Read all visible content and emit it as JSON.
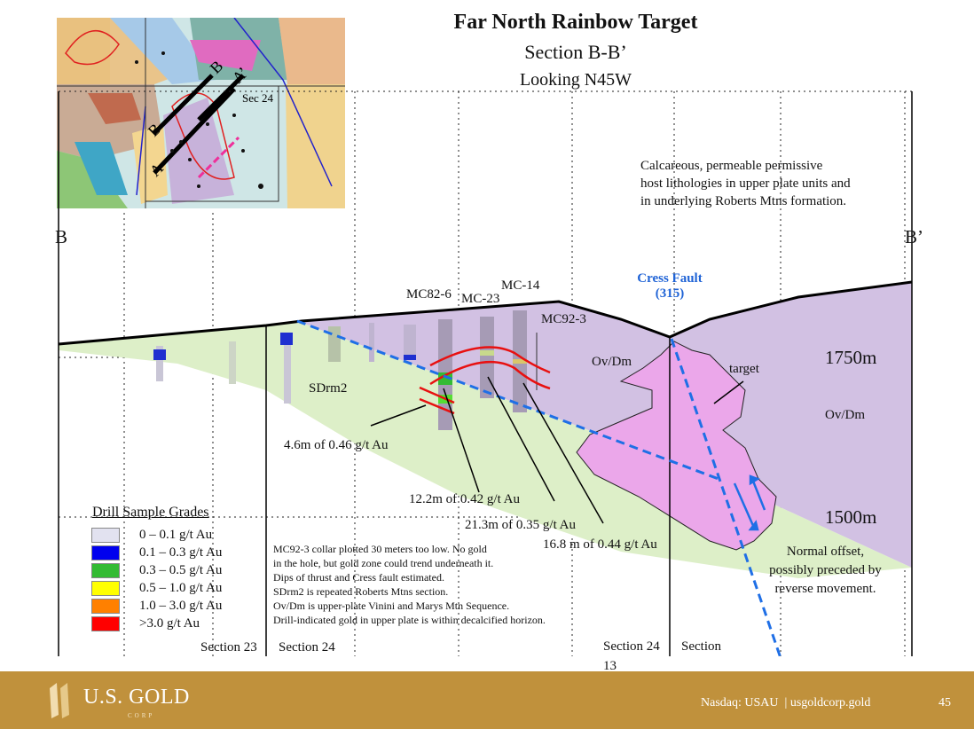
{
  "title": "Far North Rainbow Target",
  "subtitle": "Section B-B’",
  "orientation": "Looking N45W",
  "map_inset": {
    "section_label": "Sec 24",
    "line_labels": [
      "B",
      "B’",
      "A",
      "A’"
    ]
  },
  "section_ends": {
    "left": "B",
    "right": "B’"
  },
  "description": [
    "Calcareous, permeable permissive",
    "host lithologies in upper plate units and",
    "in underlying Roberts Mtns formation."
  ],
  "drill_holes": [
    "MC82-6",
    "MC-23",
    "MC-14",
    "MC92-3"
  ],
  "fault": {
    "name": "Cress  Fault",
    "azimuth": "(315)"
  },
  "units": {
    "upper_left": "Ov/Dm",
    "upper_right": "Ov/Dm",
    "lower": "SDrm2",
    "target": "target"
  },
  "elevations": [
    "1750m",
    "1500m"
  ],
  "intercepts": [
    "4.6m of 0.46 g/t Au",
    "12.2m of 0.42 g/t Au",
    "21.3m of 0.35 g/t Au",
    "16.8 m of 0.44 g/t Au"
  ],
  "offset_note": [
    "Normal offset,",
    "possibly preceded by",
    "reverse movement."
  ],
  "legend": {
    "title": "Drill Sample Grades",
    "items": [
      {
        "label": "0    – 0.1 g/t Au",
        "color": "#e2e2f0"
      },
      {
        "label": "0.1 – 0.3 g/t Au",
        "color": "#0000ee"
      },
      {
        "label": "0.3 – 0.5 g/t Au",
        "color": "#33bb33"
      },
      {
        "label": "0.5 – 1.0 g/t Au",
        "color": "#ffff00"
      },
      {
        "label": "1.0 – 3.0 g/t Au",
        "color": "#ff8000"
      },
      {
        "label": ">3.0 g/t Au",
        "color": "#ff0000"
      }
    ]
  },
  "notes": [
    "MC92-3 collar plotted  30 meters too low. No gold",
    "in the hole, but gold zone could trend underneath it.",
    "Dips of thrust and Cress fault estimated.",
    "SDrm2 is repeated Roberts Mtns section.",
    "Ov/Dm is upper-plate Vinini and Marys Mtn Sequence.",
    "Drill-indicated gold in upper plate is within decalcified horizon."
  ],
  "sections": [
    "Section 23",
    "Section 24",
    "Section 24",
    "Section",
    "13"
  ],
  "footer": {
    "logo": "U.S. GOLD",
    "logo_sub": "CORP",
    "ticker": "Nasdaq: USAU",
    "website": "usgoldcorp.gold",
    "page": "45"
  },
  "colors": {
    "upper_plate": "#d2c1e3",
    "lower_plate": "#ddefc8",
    "target": "#eba7ea",
    "fault": "#1f6fe6",
    "footer": "#c0913c"
  }
}
